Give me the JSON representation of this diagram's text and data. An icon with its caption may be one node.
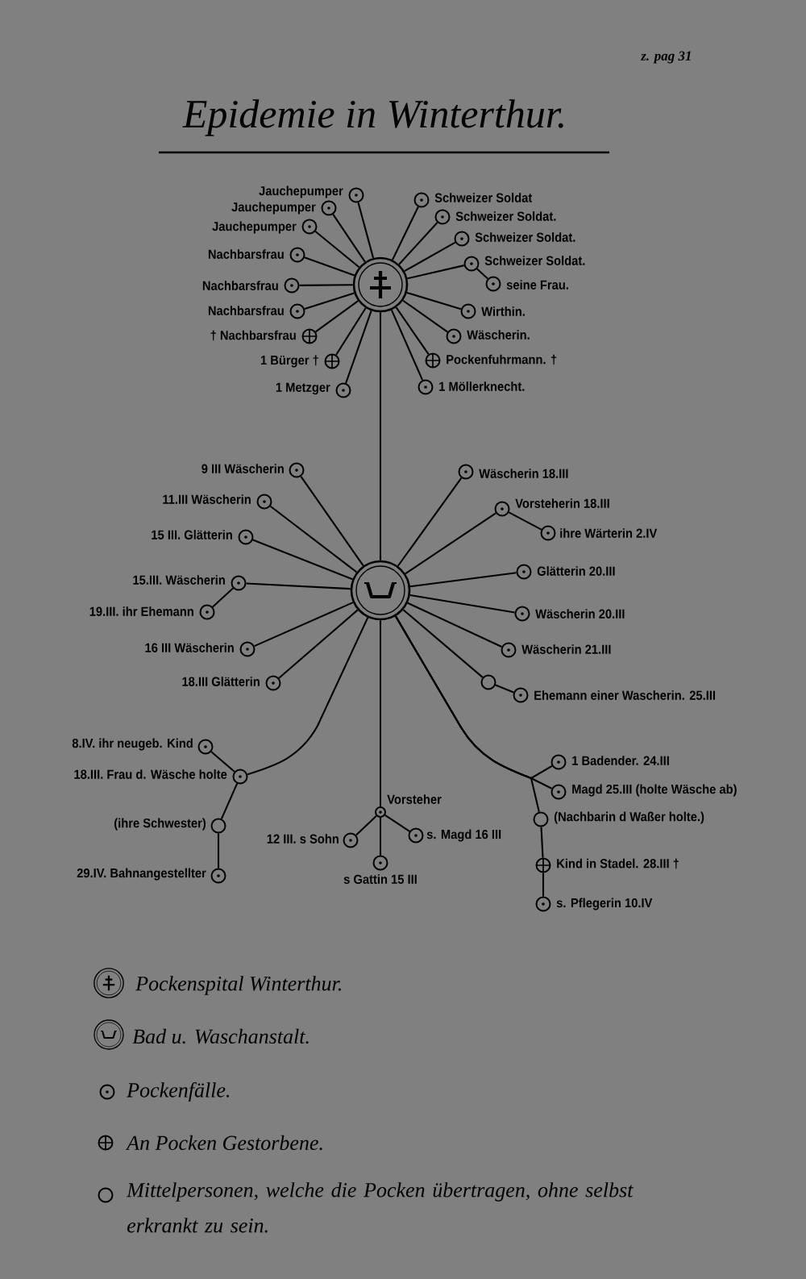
{
  "diagram": {
    "title": "Epidemie in Winterthur.",
    "nodes": [
      {
        "text": [],
        "shape": "circle"
      },
      {
        "text": [
          "Jauchepumper"
        ]
      },
      {
        "text": [
          "Jauchepumper"
        ]
      },
      {
        "text": [
          "Jauchepumper"
        ]
      },
      {
        "text": [
          "Nachbarsfrau"
        ]
      },
      {
        "text": [
          "Nachbarsfrau"
        ]
      },
      {
        "text": [
          "Nachbarsfrau"
        ]
      },
      {
        "text": [
          "† Nachbarsfrau"
        ]
      },
      {
        "text": [
          "1 Bürger †"
        ]
      },
      {
        "text": [
          "1 Metzger"
        ]
      },
      {
        "text": [
          "Schweizer Soldat"
        ]
      },
      {
        "text": [
          "Schweizer Soldat."
        ]
      },
      {
        "text": [
          "Schweizer Soldat."
        ]
      },
      {
        "text": [
          "Schweizer Soldat."
        ]
      },
      {
        "text": [
          "seine Frau."
        ]
      },
      {
        "text": [
          "Wirthin."
        ]
      },
      {
        "text": [
          "Wäscherin."
        ]
      },
      {
        "text": [
          "Pockenfuhrmann. †"
        ]
      },
      {
        "text": [
          "1 Möllerknecht."
        ]
      },
      {
        "text": [],
        "shape": "circle"
      },
      {
        "text": [
          "9 III Wäscherin"
        ]
      },
      {
        "text": [
          "11.III Wäscherin"
        ]
      },
      {
        "text": [
          "15 III. Glätterin"
        ]
      },
      {
        "text": [
          "15.III. Wäscherin"
        ]
      },
      {
        "text": [
          "19.III. ihr Ehemann"
        ]
      },
      {
        "text": [
          "16 III Wäscherin"
        ]
      },
      {
        "text": [
          "18.III Glätterin"
        ]
      },
      {
        "text": [
          "Wäscherin 18.III"
        ]
      },
      {
        "text": [
          "Vorsteherin 18.III"
        ]
      },
      {
        "text": [
          "ihre Wärterin 2.IV"
        ]
      },
      {
        "text": [
          "Glätterin 20.III"
        ]
      },
      {
        "text": [
          "Wäscherin 20.III"
        ]
      },
      {
        "text": [
          "Wäscherin 21.III"
        ]
      },
      {
        "text": [],
        "shape": "circle"
      },
      {
        "text": [
          "Ehemann einer Wascherin. 25.III"
        ]
      },
      {
        "text": [
          "8.IV. ihr neugeb. Kind"
        ]
      },
      {
        "text": [
          "18.III. Frau d. Wäsche holte"
        ]
      },
      {
        "text": [
          "(ihre Schwester)"
        ]
      },
      {
        "text": [
          "29.IV. Bahnangestellter"
        ]
      },
      {
        "text": [
          "Vorsteher"
        ]
      },
      {
        "text": [
          "12 III. s Sohn"
        ]
      },
      {
        "text": [
          "s. Magd 16 III"
        ]
      },
      {
        "text": [
          "s Gattin 15 III"
        ]
      },
      {
        "text": [
          "1 Badender. 24.III"
        ]
      },
      {
        "text": [
          "Magd 25.III (holte Wäsche ab)"
        ]
      },
      {
        "text": [
          "(Nachbarin d Waßer holte.)"
        ]
      },
      {
        "text": [
          "Kind in Stadel. 28.III †"
        ]
      },
      {
        "text": [
          "s. Pflegerin 10.IV"
        ]
      }
    ],
    "edges": [
      {
        "from": 0,
        "to": 1,
        "arrow": "none"
      },
      {
        "from": 0,
        "to": 2,
        "arrow": "none"
      },
      {
        "from": 0,
        "to": 3,
        "arrow": "none"
      },
      {
        "from": 0,
        "to": 4,
        "arrow": "none"
      },
      {
        "from": 0,
        "to": 5,
        "arrow": "none"
      },
      {
        "from": 0,
        "to": 6,
        "arrow": "none"
      },
      {
        "from": 0,
        "to": 7,
        "arrow": "none"
      },
      {
        "from": 0,
        "to": 8,
        "arrow": "none"
      },
      {
        "from": 0,
        "to": 9,
        "arrow": "none"
      },
      {
        "from": 0,
        "to": 10,
        "arrow": "none"
      },
      {
        "from": 0,
        "to": 11,
        "arrow": "none"
      },
      {
        "from": 0,
        "to": 12,
        "arrow": "none"
      },
      {
        "from": 0,
        "to": 13,
        "arrow": "none"
      },
      {
        "from": 13,
        "to": 14,
        "arrow": "none"
      },
      {
        "from": 0,
        "to": 15,
        "arrow": "none"
      },
      {
        "from": 0,
        "to": 16,
        "arrow": "none"
      },
      {
        "from": 0,
        "to": 17,
        "arrow": "none"
      },
      {
        "from": 0,
        "to": 18,
        "arrow": "none"
      },
      {
        "from": 0,
        "to": 19,
        "arrow": "none"
      },
      {
        "from": 19,
        "to": 20,
        "arrow": "none"
      },
      {
        "from": 19,
        "to": 21,
        "arrow": "none"
      },
      {
        "from": 19,
        "to": 22,
        "arrow": "none"
      },
      {
        "from": 19,
        "to": 23,
        "arrow": "none"
      },
      {
        "from": 23,
        "to": 24,
        "arrow": "none"
      },
      {
        "from": 19,
        "to": 25,
        "arrow": "none"
      },
      {
        "from": 19,
        "to": 26,
        "arrow": "none"
      },
      {
        "from": 19,
        "to": 27,
        "arrow": "none"
      },
      {
        "from": 19,
        "to": 28,
        "arrow": "none"
      },
      {
        "from": 28,
        "to": 29,
        "arrow": "none"
      },
      {
        "from": 19,
        "to": 30,
        "arrow": "none"
      },
      {
        "from": 19,
        "to": 31,
        "arrow": "none"
      },
      {
        "from": 19,
        "to": 32,
        "arrow": "none"
      },
      {
        "from": 19,
        "to": 33,
        "arrow": "none"
      },
      {
        "from": 33,
        "to": 34,
        "arrow": "none"
      },
      {
        "from": 19,
        "to": 36,
        "arrow": "none"
      },
      {
        "from": 36,
        "to": 35,
        "arrow": "none"
      },
      {
        "from": 36,
        "to": 37,
        "arrow": "none"
      },
      {
        "from": 37,
        "to": 38,
        "arrow": "none"
      },
      {
        "from": 19,
        "to": 39,
        "arrow": "none"
      },
      {
        "from": 39,
        "to": 40,
        "arrow": "none"
      },
      {
        "from": 39,
        "to": 41,
        "arrow": "none"
      },
      {
        "from": 39,
        "to": 42,
        "arrow": "none"
      },
      {
        "from": 19,
        "to": 43,
        "arrow": "none"
      },
      {
        "from": 19,
        "to": 44,
        "arrow": "none"
      },
      {
        "from": 19,
        "to": 45,
        "arrow": "none"
      },
      {
        "from": 45,
        "to": 46,
        "arrow": "none"
      },
      {
        "from": 46,
        "to": 47,
        "arrow": "none"
      }
    ],
    "labels": [
      "z. pag 31"
    ],
    "legend": [
      {
        "text": "Pockenspital Winterthur."
      },
      {
        "text": "Bad u. Waschanstalt."
      },
      {
        "text": "Pockenfälle."
      },
      {
        "text": "An Pocken Gestorbene."
      },
      {
        "text": "Mittelpersonen, welche die Pocken übertragen, ohne selbst erkrankt zu sein."
      }
    ]
  }
}
